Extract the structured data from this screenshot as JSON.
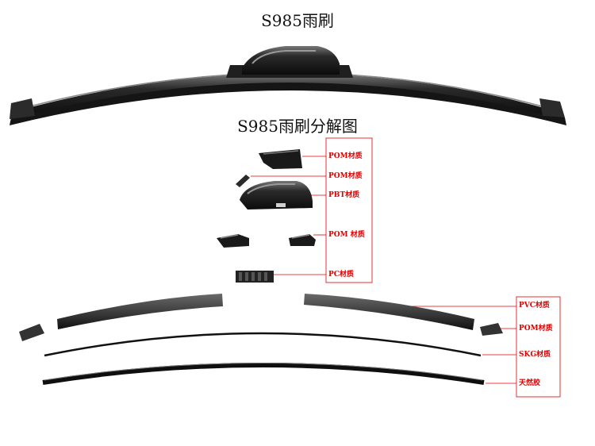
{
  "header": {
    "title": "S985雨刷"
  },
  "diagram": {
    "title": "S985雨刷分解图",
    "parts_upper": [
      {
        "label": "POM材质"
      },
      {
        "label": "POM材质"
      },
      {
        "label": "PBT材质"
      },
      {
        "label": "POM 材质"
      },
      {
        "label": "PC材质"
      }
    ],
    "parts_lower": [
      {
        "label": "PVC材质"
      },
      {
        "label": "POM材质"
      },
      {
        "label": "SKG材质"
      },
      {
        "label": "天然胶"
      }
    ],
    "colors": {
      "callout": "#e00000",
      "part": "#1a1a1a",
      "highlight": "#6b6b6b"
    }
  }
}
